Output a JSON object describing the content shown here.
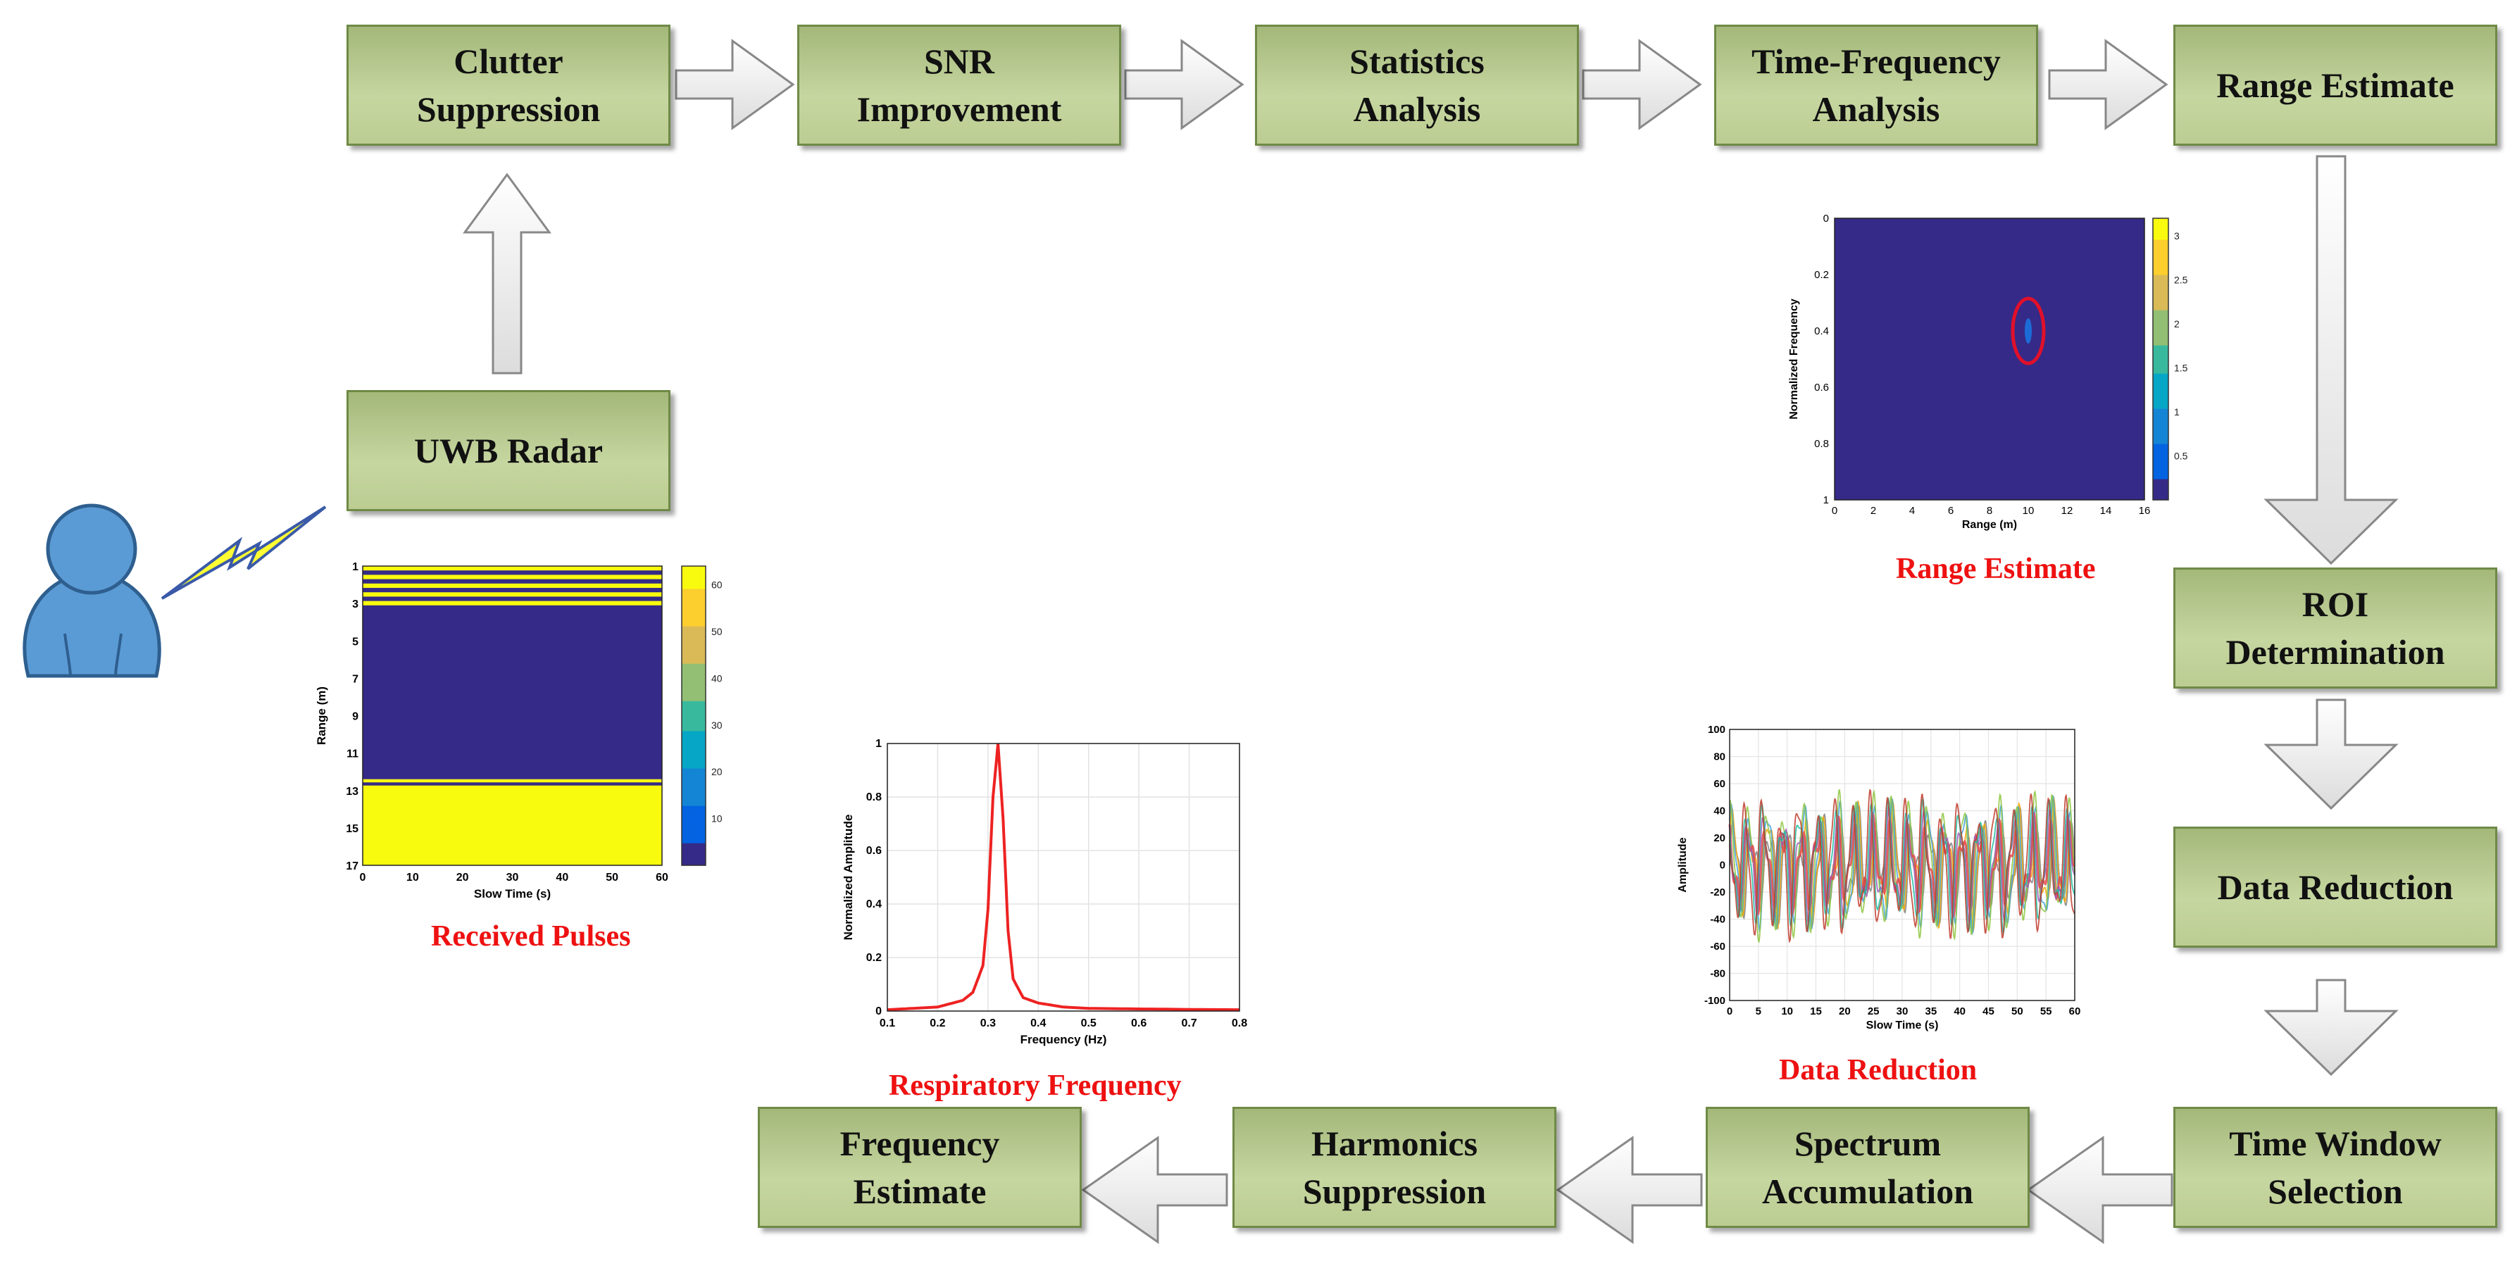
{
  "boxes": {
    "clutter": "Clutter\nSuppression",
    "snr": "SNR\nImprovement",
    "stats": "Statistics\nAnalysis",
    "tfa": "Time-Frequency\nAnalysis",
    "range": "Range Estimate",
    "roi": "ROI\nDetermination",
    "datared": "Data Reduction",
    "timewin": "Time Window\nSelection",
    "spectrum": "Spectrum\nAccumulation",
    "harmonics": "Harmonics\nSuppression",
    "freqest": "Frequency\nEstimate",
    "uwb": "UWB Radar"
  },
  "captions": {
    "received": "Received Pulses",
    "range": "Range Estimate",
    "respiratory": "Respiratory Frequency",
    "datared": "Data Reduction"
  },
  "colors": {
    "box_fill": "#bccd92",
    "box_border": "#6f8a46",
    "caption": "#ee1111",
    "person": "#5b9bd5",
    "bolt": "#ffff33",
    "parula_dark": "#352a87",
    "parula_yellow": "#f9fb0e",
    "red_curve": "#ee2222"
  },
  "icons": [
    "person-icon",
    "lightning-bolt-icon"
  ],
  "chart_data": [
    {
      "type": "heatmap",
      "name": "received-pulses",
      "xlabel": "Slow Time (s)",
      "ylabel": "Range (m)",
      "x_ticks": [
        "0",
        "10",
        "20",
        "30",
        "40",
        "50",
        "60"
      ],
      "y_ticks": [
        "1",
        "3",
        "5",
        "7",
        "9",
        "11",
        "13",
        "15",
        "17"
      ],
      "xlim": [
        0,
        60
      ],
      "ylim": [
        17,
        1
      ],
      "colorbar_ticks": [
        "10",
        "20",
        "30",
        "40",
        "50",
        "60"
      ],
      "colorbar_range": [
        0,
        64
      ],
      "bands": [
        {
          "from": 1,
          "to": 3.1,
          "pattern": "striped"
        },
        {
          "from": 3.1,
          "to": 12.4,
          "value": 0
        },
        {
          "from": 12.4,
          "to": 12.9,
          "pattern": "striped"
        },
        {
          "from": 12.9,
          "to": 17,
          "value": 64
        }
      ]
    },
    {
      "type": "heatmap",
      "name": "range-estimate",
      "xlabel": "Range (m)",
      "ylabel": "Normalized Frequency",
      "x_ticks": [
        "0",
        "2",
        "4",
        "6",
        "8",
        "10",
        "12",
        "14",
        "16"
      ],
      "y_ticks": [
        "0",
        "0.2",
        "0.4",
        "0.6",
        "0.8",
        "1"
      ],
      "xlim": [
        0,
        16
      ],
      "ylim": [
        1,
        0
      ],
      "colorbar_ticks": [
        "0.5",
        "1",
        "1.5",
        "2",
        "2.5",
        "3"
      ],
      "colorbar_range": [
        0,
        3.2
      ],
      "peak": {
        "range": 10.0,
        "freq": 0.4
      }
    },
    {
      "type": "line",
      "name": "respiratory-frequency",
      "xlabel": "Frequency (Hz)",
      "ylabel": "Normalized Amplitude",
      "x_ticks": [
        "0.1",
        "0.2",
        "0.3",
        "0.4",
        "0.5",
        "0.6",
        "0.7",
        "0.8"
      ],
      "y_ticks": [
        "0",
        "0.2",
        "0.4",
        "0.6",
        "0.8",
        "1"
      ],
      "xlim": [
        0.1,
        0.8
      ],
      "ylim": [
        0,
        1
      ],
      "grid": true,
      "peak_frequency": 0.32,
      "series": [
        {
          "x": [
            0.1,
            0.15,
            0.2,
            0.25,
            0.27,
            0.29,
            0.3,
            0.31,
            0.32,
            0.33,
            0.34,
            0.35,
            0.37,
            0.4,
            0.45,
            0.5,
            0.6,
            0.7,
            0.8
          ],
          "y": [
            0.005,
            0.01,
            0.015,
            0.04,
            0.07,
            0.17,
            0.38,
            0.8,
            1.0,
            0.72,
            0.3,
            0.12,
            0.05,
            0.03,
            0.015,
            0.01,
            0.008,
            0.006,
            0.005
          ]
        }
      ]
    },
    {
      "type": "line",
      "name": "data-reduction",
      "xlabel": "Slow Time (s)",
      "ylabel": "Amplitude",
      "x_ticks": [
        "0",
        "5",
        "10",
        "15",
        "20",
        "25",
        "30",
        "35",
        "40",
        "45",
        "50",
        "55",
        "60"
      ],
      "y_ticks": [
        "100",
        "80",
        "60",
        "40",
        "20",
        "0",
        "-20",
        "-40",
        "-60",
        "-80",
        "-100"
      ],
      "xlim": [
        0,
        60
      ],
      "ylim": [
        -100,
        100
      ],
      "grid": true,
      "breathing_period_s": 3.1,
      "series_count": 8
    }
  ]
}
